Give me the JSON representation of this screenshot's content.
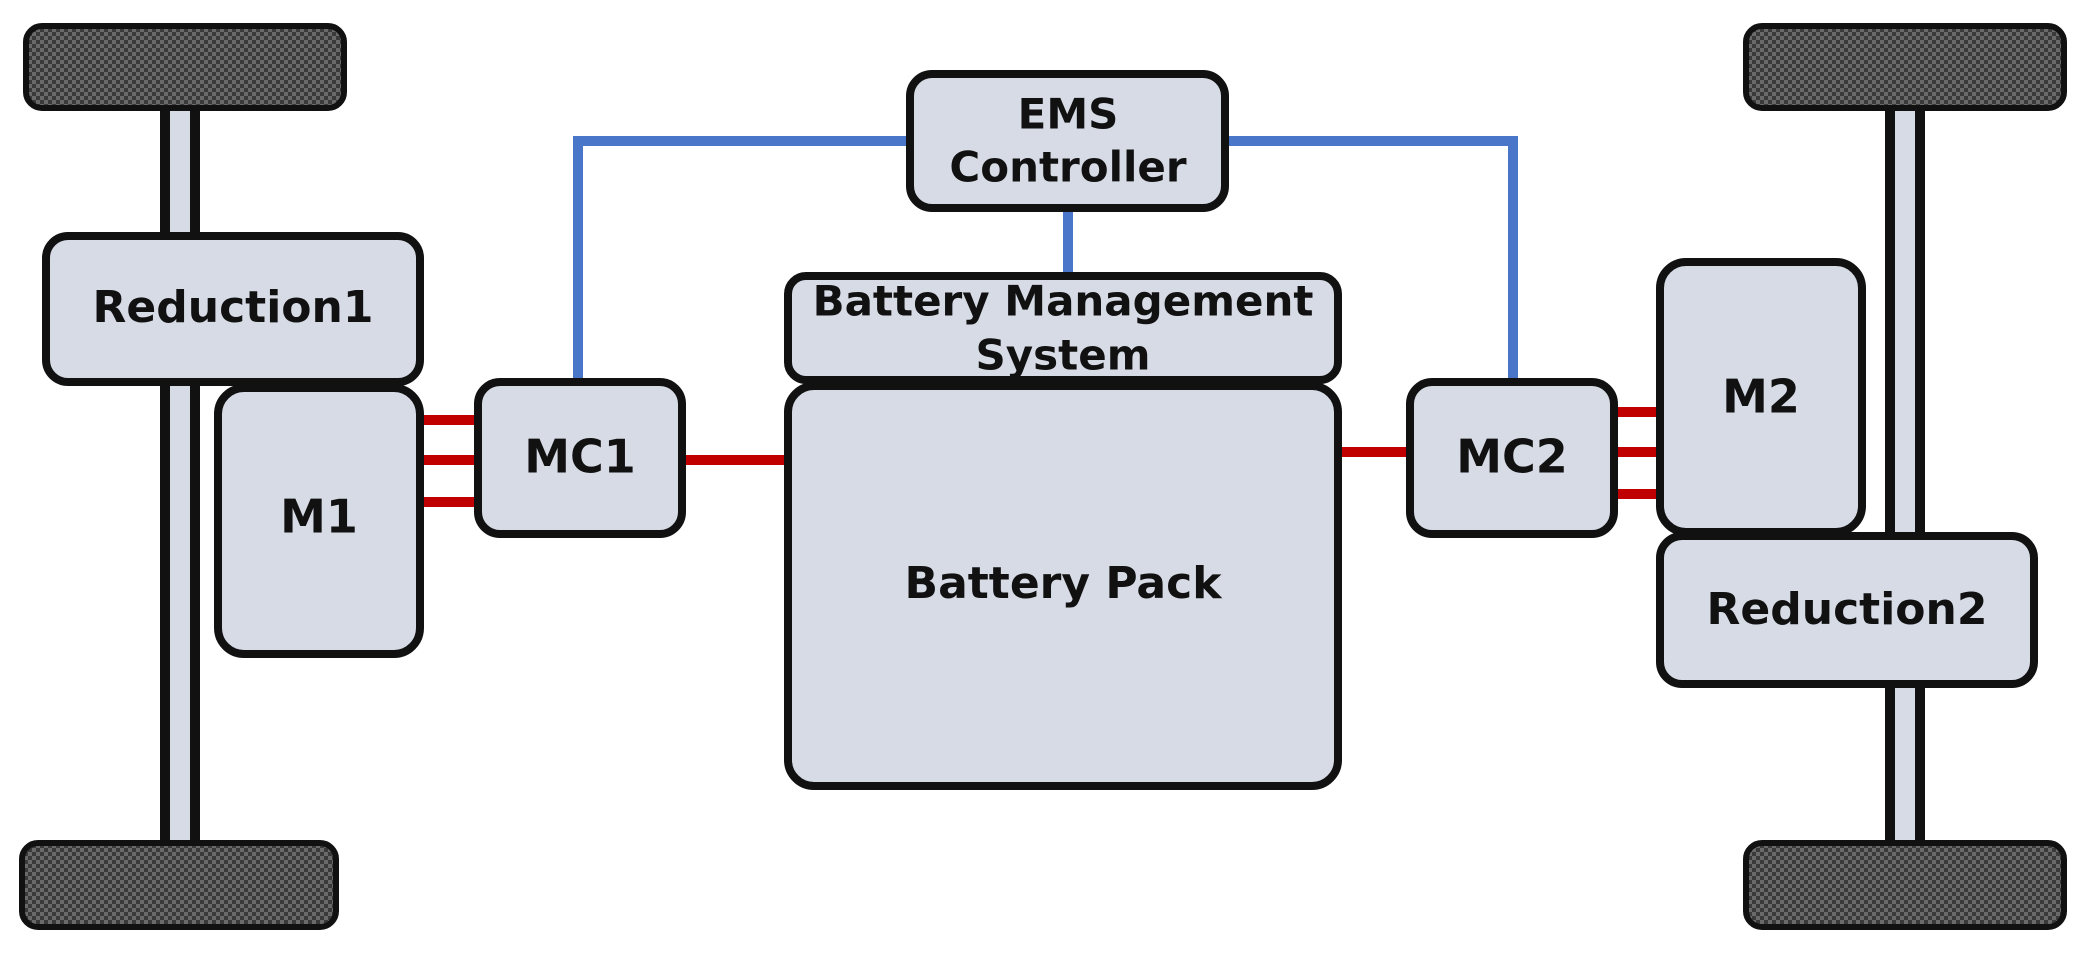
{
  "diagram": {
    "ems_line1": "EMS",
    "ems_line2": "Controller",
    "bms_line1": "Battery Management",
    "bms_line2": "System",
    "battery_pack": "Battery Pack",
    "reduction1": "Reduction1",
    "reduction2": "Reduction2",
    "motor1": "M1",
    "motor2": "M2",
    "mc1": "MC1",
    "mc2": "MC2"
  },
  "colors": {
    "box_fill": "#d6dbe5",
    "outline": "#111111",
    "signal_line": "#4a76c9",
    "power_line": "#c00000"
  }
}
